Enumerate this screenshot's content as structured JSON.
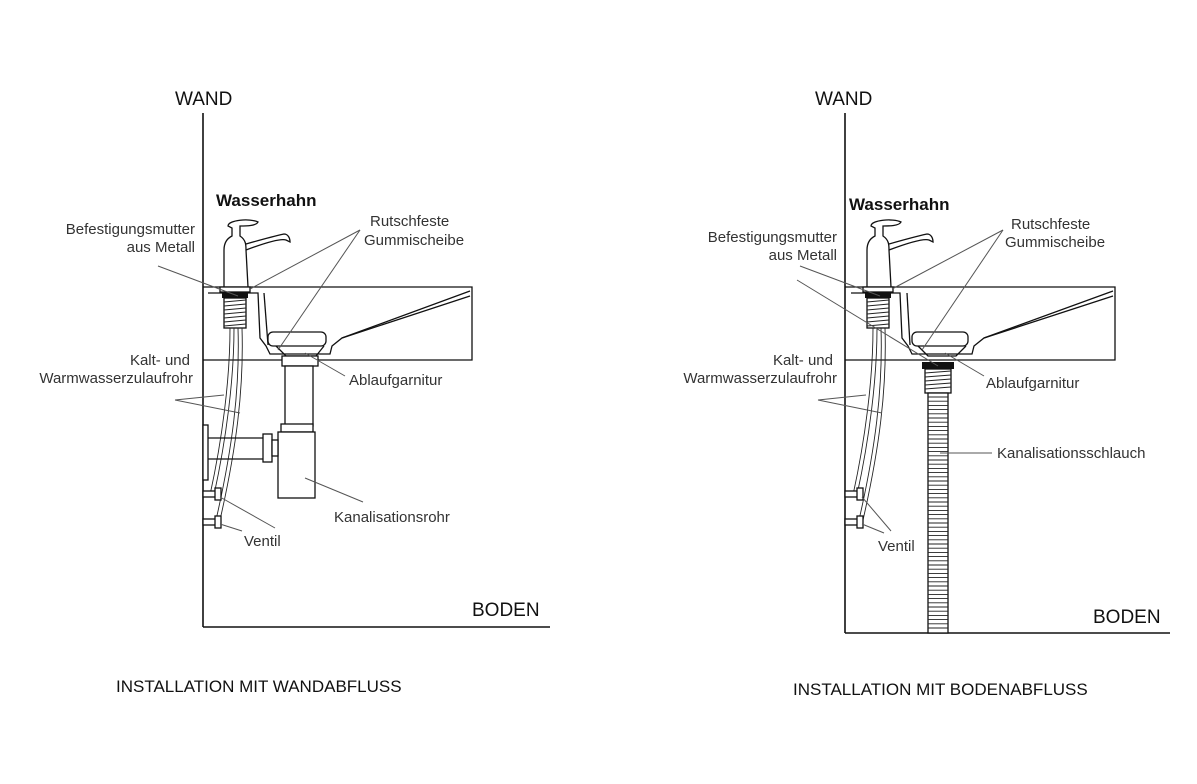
{
  "diagrams": [
    {
      "id": "wall-drain",
      "caption": "INSTALLATION MIT WANDABFLUSS",
      "wall_label": "WAND",
      "floor_label": "BODEN",
      "faucet_label": "Wasserhahn",
      "labels": {
        "nut_line1": "Befestigungsmutter",
        "nut_line2": "aus Metall",
        "washer_line1": "Rutschfeste",
        "washer_line2": "Gummischeibe",
        "pipes_line1": "Kalt- und",
        "pipes_line2": "Warmwasserzulaufrohr",
        "drain_set": "Ablaufgarnitur",
        "waste": "Kanalisationsrohr",
        "valve": "Ventil"
      }
    },
    {
      "id": "floor-drain",
      "caption": "INSTALLATION MIT BODENABFLUSS",
      "wall_label": "WAND",
      "floor_label": "BODEN",
      "faucet_label": "Wasserhahn",
      "labels": {
        "nut_line1": "Befestigungsmutter",
        "nut_line2": "aus Metall",
        "washer_line1": "Rutschfeste",
        "washer_line2": "Gummischeibe",
        "pipes_line1": "Kalt- und",
        "pipes_line2": "Warmwasserzulaufrohr",
        "drain_set": "Ablaufgarnitur",
        "waste": "Kanalisationsschlauch",
        "valve": "Ventil"
      }
    }
  ]
}
